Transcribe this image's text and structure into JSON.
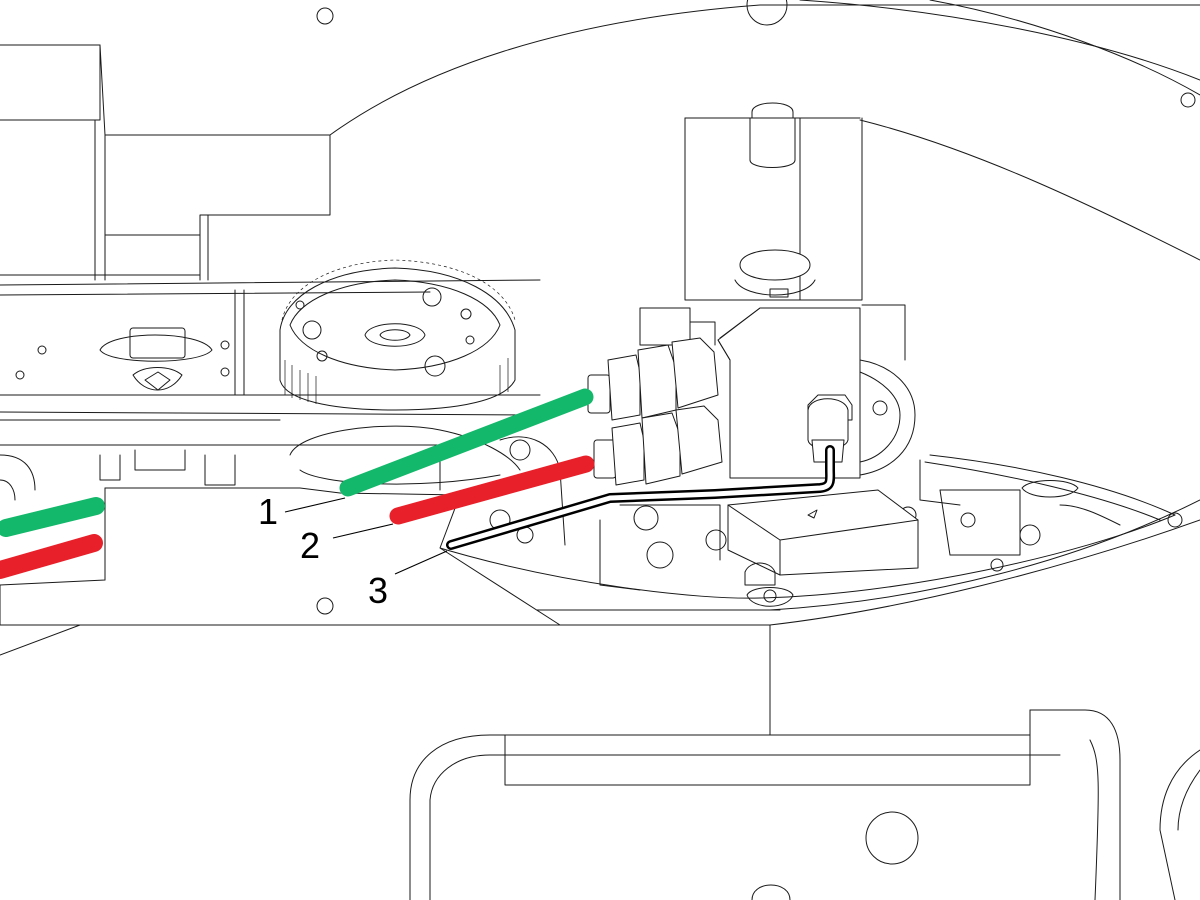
{
  "callouts": [
    {
      "label": "1",
      "part": "green-line"
    },
    {
      "label": "2",
      "part": "red-line"
    },
    {
      "label": "3",
      "part": "black-line"
    }
  ],
  "colors": {
    "green_hose": "#14b86b",
    "red_hose": "#e8202a",
    "black_hose_outline": "#000000",
    "line_art": "#1a1a1a",
    "background": "#ffffff"
  },
  "icons": {
    "direction_marker": "triangle-arrow-icon"
  }
}
